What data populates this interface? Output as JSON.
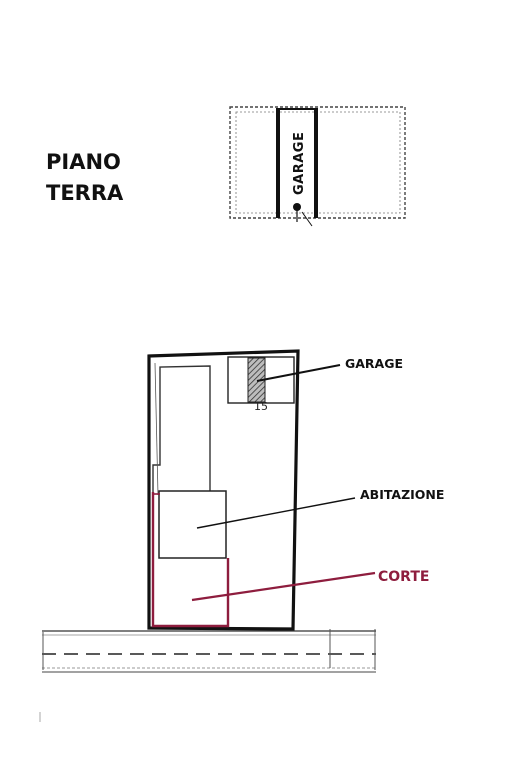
{
  "title": {
    "line1": "PIANO",
    "line2": "TERRA"
  },
  "top_plan": {
    "garage_label": "GARAGE"
  },
  "site_plan": {
    "garage_label": "GARAGE",
    "abitazione_label": "ABITAZIONE",
    "corte_label": "CORTE",
    "parcel_number": "15"
  },
  "colors": {
    "ink": "#111111",
    "corte_red": "#8e1d3e",
    "hatch": "#555555"
  }
}
